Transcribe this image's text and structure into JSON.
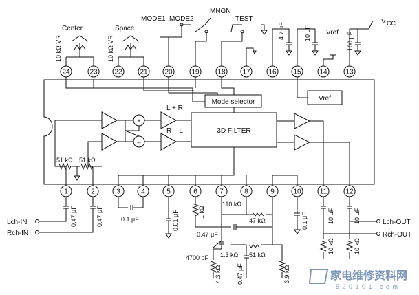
{
  "ic": {
    "mode_selector": "Mode selector",
    "filter": "3D FILTER",
    "vref_block": "Vref",
    "sum_label": "L + R",
    "diff_label": "R – L",
    "plus_sign": "+",
    "minus_sign": "–"
  },
  "top_pins": [
    "24",
    "23",
    "22",
    "21",
    "20",
    "19",
    "18",
    "17",
    "16",
    "15",
    "14",
    "13"
  ],
  "bottom_pins": [
    "1",
    "2",
    "3",
    "4",
    "5",
    "6",
    "7",
    "8",
    "9",
    "10",
    "11",
    "12"
  ],
  "top_labels": {
    "center": "Center",
    "space": "Space",
    "vr1": "10 kΩ VR",
    "vr2": "10 kΩ VR",
    "mode1": "MODE1",
    "mode2": "MODE2",
    "mngn": "MNGN",
    "test": "TEST",
    "vref_out": "Vref",
    "vcc": "V",
    "vcc_sub": "CC",
    "cap16": "4.7 μF",
    "cap15": "10 μF",
    "cap13": "100 μF"
  },
  "internal_labels": {
    "r51a": "51 kΩ",
    "r51b": "51 kΩ"
  },
  "bottom_labels": {
    "c_in1": "0.47 μF",
    "c_in2": "0.47 μF",
    "c34": "0.1 μF",
    "c5": "0.01 μF",
    "r6": "1 kΩ",
    "r110": "110 kΩ",
    "r47": "47 kΩ",
    "c047": "0.47 μF",
    "c4700": "4700 pF",
    "r13": "1.3 kΩ",
    "r51c": "51 kΩ",
    "r43": "4.3 kΩ",
    "c047b": "0.47 μF",
    "r39": "3.9 kΩ",
    "c10": "0.1 μF",
    "c11": "10 μF",
    "c12": "10 μF",
    "r11": "10 kΩ",
    "r12": "10 kΩ",
    "lch_in": "Lch-IN",
    "rch_in": "Rch-IN",
    "lch_out": "Lch-OUT",
    "rch_out": "Rch-OUT"
  },
  "watermark": {
    "cn": "家电维修资料网",
    "url": "5 2 0 1 0 1 . c o m"
  }
}
